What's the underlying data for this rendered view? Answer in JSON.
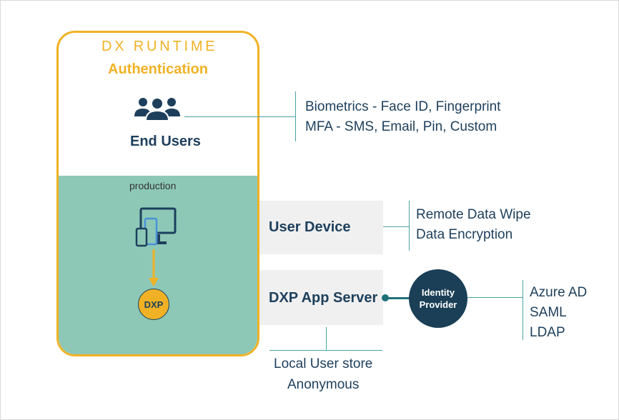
{
  "runtime": {
    "title": "DX RUNTIME",
    "subtitle": "Authentication",
    "end_users_label": "End Users",
    "environment_label": "production",
    "dxp_badge": "DXP"
  },
  "end_users_features": [
    "Biometrics - Face ID, Fingerprint",
    "MFA - SMS, Email, Pin, Custom"
  ],
  "user_device": {
    "label": "User Device",
    "features": [
      "Remote Data Wipe",
      "Data Encryption"
    ]
  },
  "app_server": {
    "label": "DXP App Server",
    "local_stores": [
      "Local User store",
      "Anonymous"
    ]
  },
  "identity_provider": {
    "line1": "Identity",
    "line2": "Provider",
    "providers": [
      "Azure AD",
      "SAML",
      "LDAP"
    ]
  },
  "icons": {
    "users": "users-group-icon",
    "device": "desktop-tablet-phone-icon",
    "arrow": "arrow-down-icon"
  },
  "colors": {
    "accent_gold": "#f0b224",
    "navy": "#1d3f5c",
    "teal_band": "#8dc8b6",
    "connector_teal": "#4aa3a0",
    "identity_fill": "#1a3f56"
  }
}
